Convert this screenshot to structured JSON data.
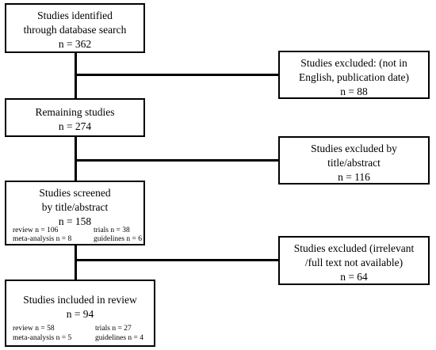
{
  "boxes": {
    "identified": {
      "line1": "Studies identified",
      "line2": "through database search",
      "count": "n = 362"
    },
    "excluded_language": {
      "line1": "Studies excluded: (not in",
      "line2": "English, publication date)",
      "count": "n = 88"
    },
    "remaining": {
      "line1": "Remaining studies",
      "count": "n = 274"
    },
    "excluded_title": {
      "line1": "Studies excluded by",
      "line2": "title/abstract",
      "count": "n = 116"
    },
    "screened": {
      "line1": "Studies screened",
      "line2": "by title/abstract",
      "count": "n = 158",
      "breakdown": {
        "review": "review n = 106",
        "trials": "trials n = 38",
        "meta": "meta-analysis n = 8",
        "guidelines": "guidelines n = 6"
      }
    },
    "excluded_irrelevant": {
      "line1": "Studies excluded (irrelevant",
      "line2": "/full text not available)",
      "count": "n = 64"
    },
    "included": {
      "line1": "Studies included in review",
      "count": "n = 94",
      "breakdown": {
        "review": "review n = 58",
        "trials": "trials n = 27",
        "meta": "meta-analysis n = 5",
        "guidelines": "guidelines n = 4"
      }
    }
  }
}
